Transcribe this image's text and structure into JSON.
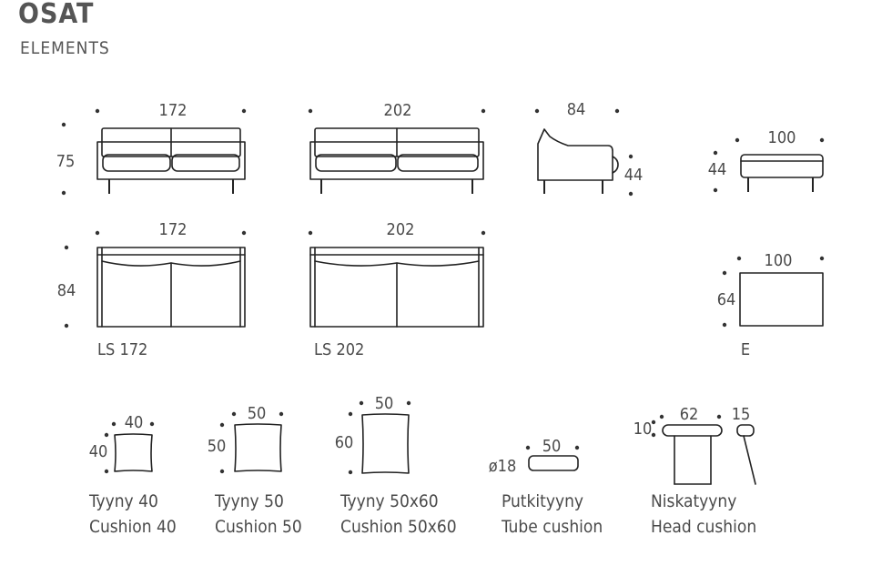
{
  "header": {
    "title": "OSAT",
    "subtitle": "ELEMENTS"
  },
  "sofa172": {
    "width": "172",
    "height": "75"
  },
  "sofa202": {
    "width": "202"
  },
  "armchair": {
    "depth": "84",
    "height": "44"
  },
  "ottoman": {
    "width": "100",
    "height": "44"
  },
  "ls172": {
    "width": "172",
    "depth": "84",
    "label": "LS 172"
  },
  "ls202": {
    "width": "202",
    "label": "LS 202"
  },
  "e": {
    "width": "100",
    "depth": "64",
    "label": "E"
  },
  "cushion40": {
    "width": "40",
    "height": "40",
    "fi": "Tyyny 40",
    "en": "Cushion 40"
  },
  "cushion50": {
    "width": "50",
    "height": "50",
    "fi": "Tyyny 50",
    "en": "Cushion 50"
  },
  "cushion5060": {
    "width": "50",
    "height": "60",
    "fi": "Tyyny 50x60",
    "en": "Cushion 50x60"
  },
  "tube": {
    "length": "50",
    "diameter": "ø18",
    "fi": "Putkityyny",
    "en": "Tube cushion"
  },
  "head": {
    "width": "62",
    "height": "10",
    "depth": "15",
    "fi": "Niskatyyny",
    "en": "Head cushion"
  }
}
